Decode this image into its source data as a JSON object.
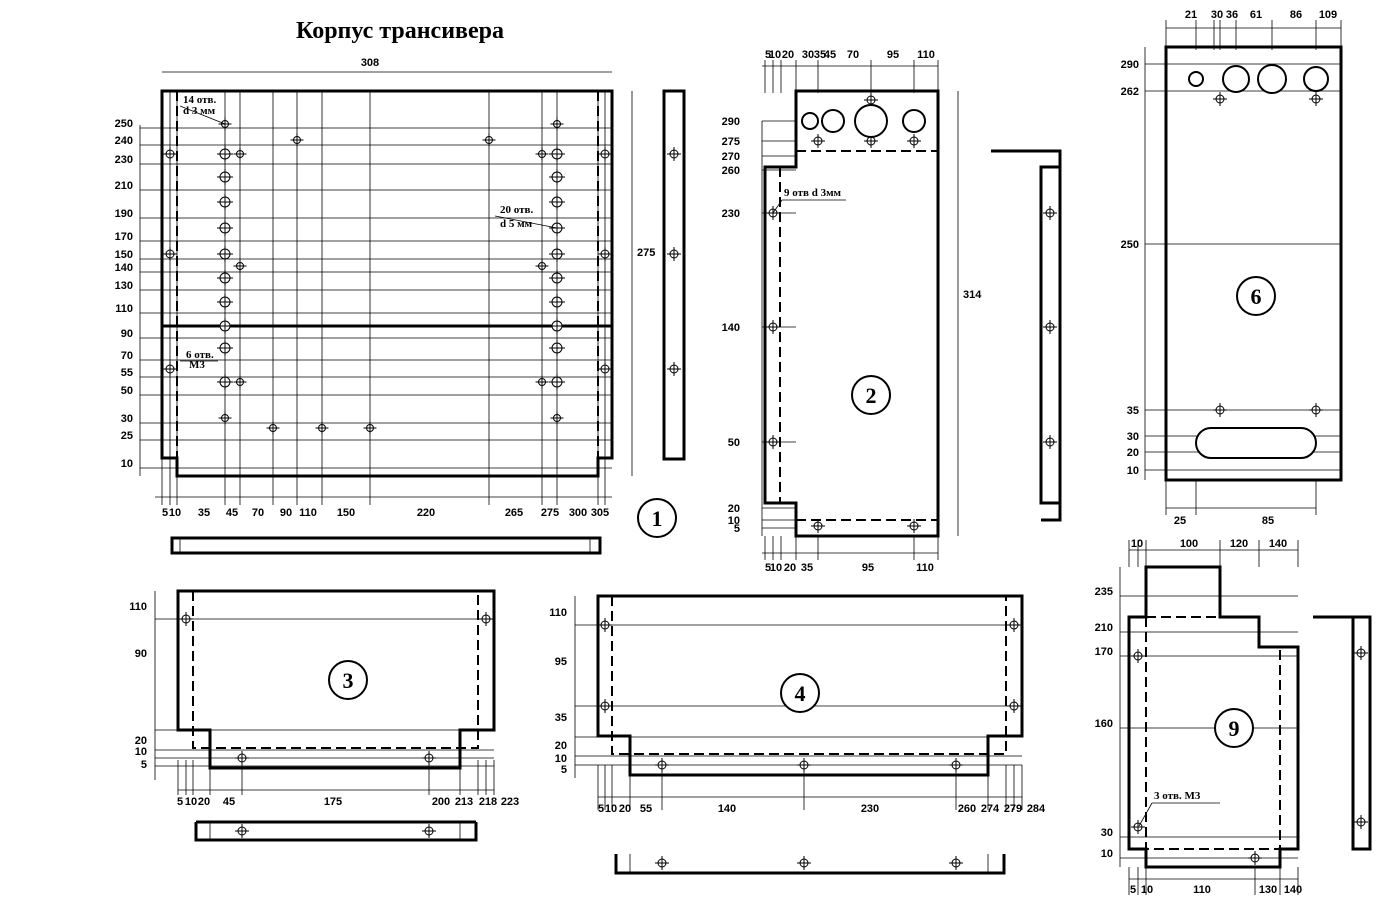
{
  "title": "Корпус трансивера",
  "panel1": {
    "label": "1",
    "width": "308",
    "height": "275",
    "y_dims": [
      "250",
      "240",
      "230",
      "210",
      "190",
      "170",
      "150",
      "140",
      "130",
      "110",
      "90",
      "70",
      "55",
      "50",
      "30",
      "25",
      "10"
    ],
    "x_dims": [
      "5",
      "10",
      "35",
      "45",
      "70",
      "90",
      "110",
      "150",
      "220",
      "265",
      "275",
      "300",
      "305"
    ],
    "note_a": [
      "14 отв.",
      "d 3 мм"
    ],
    "note_b": [
      "20 отв.",
      "d 5 мм"
    ],
    "note_c": [
      "6 отв.",
      "М3"
    ]
  },
  "panel2": {
    "label": "2",
    "height": "314",
    "top_dims": [
      "5",
      "10",
      "20",
      "30",
      "35",
      "45",
      "70",
      "95",
      "110"
    ],
    "y_dims": [
      "290",
      "275",
      "270",
      "260",
      "230",
      "140",
      "50",
      "20",
      "10",
      "5"
    ],
    "bottom_dims": [
      "5",
      "10",
      "20",
      "35",
      "95",
      "110"
    ],
    "note": "9 отв d 3мм"
  },
  "panel3": {
    "label": "3",
    "y_dims": [
      "110",
      "90",
      "20",
      "10",
      "5"
    ],
    "x_dims": [
      "5",
      "10",
      "20",
      "45",
      "175",
      "200",
      "213",
      "218",
      "223"
    ]
  },
  "panel4": {
    "label": "4",
    "y_dims": [
      "110",
      "95",
      "35",
      "20",
      "10",
      "5"
    ],
    "x_dims": [
      "5",
      "10",
      "20",
      "55",
      "140",
      "230",
      "260",
      "274",
      "279",
      "284"
    ]
  },
  "panel6": {
    "label": "6",
    "top_dims": [
      "21",
      "30",
      "36",
      "61",
      "86",
      "109"
    ],
    "y_dims": [
      "290",
      "262",
      "250",
      "35",
      "30",
      "20",
      "10"
    ],
    "bottom_dims": [
      "25",
      "85"
    ]
  },
  "panel9": {
    "label": "9",
    "top_dims": [
      "10",
      "100",
      "120",
      "140"
    ],
    "y_dims": [
      "235",
      "210",
      "170",
      "160",
      "30",
      "10"
    ],
    "bottom_dims": [
      "5",
      "10",
      "110",
      "130",
      "140"
    ],
    "note": "3 отв. М3"
  }
}
